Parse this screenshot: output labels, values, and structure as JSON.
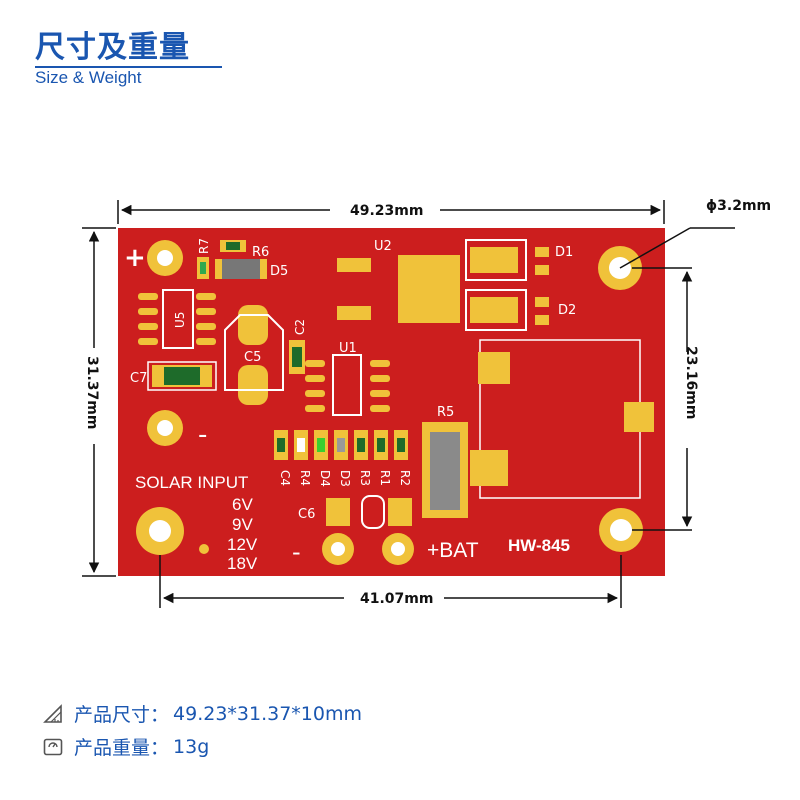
{
  "header": {
    "title": "尺寸及重量",
    "subtitle": "Size & Weight"
  },
  "dimensions": {
    "width": "49.23mm",
    "height": "31.37mm",
    "hole_spacing_x": "41.07mm",
    "hole_spacing_y": "23.16mm",
    "hole_diameter": "ϕ3.2mm"
  },
  "board": {
    "model": "HW-845",
    "plus_top": "+",
    "minus_left": "-",
    "solar_input": "SOLAR INPUT",
    "voltages": [
      "6V",
      "9V",
      "12V",
      "18V"
    ],
    "bat_minus": "-",
    "bat_label": "+BAT",
    "labels": {
      "r7": "R7",
      "r6": "R6",
      "d5": "D5",
      "u5": "U5",
      "c2": "C2",
      "c5": "C5",
      "c7": "C7",
      "u1": "U1",
      "u2": "U2",
      "d1": "D1",
      "d2": "D2",
      "r5": "R5",
      "c6": "C6",
      "row": [
        "C4",
        "R4",
        "D4",
        "D3",
        "R3",
        "R1",
        "R2"
      ]
    },
    "colors": {
      "pcb": "#cc1e1e",
      "pad": "#f0c23a",
      "silk": "#ffffff"
    }
  },
  "specs": [
    {
      "icon": "ruler-triangle-icon",
      "label": "产品尺寸：",
      "value": "49.23*31.37*10mm"
    },
    {
      "icon": "scale-icon",
      "label": "产品重量：",
      "value": "13g"
    }
  ]
}
